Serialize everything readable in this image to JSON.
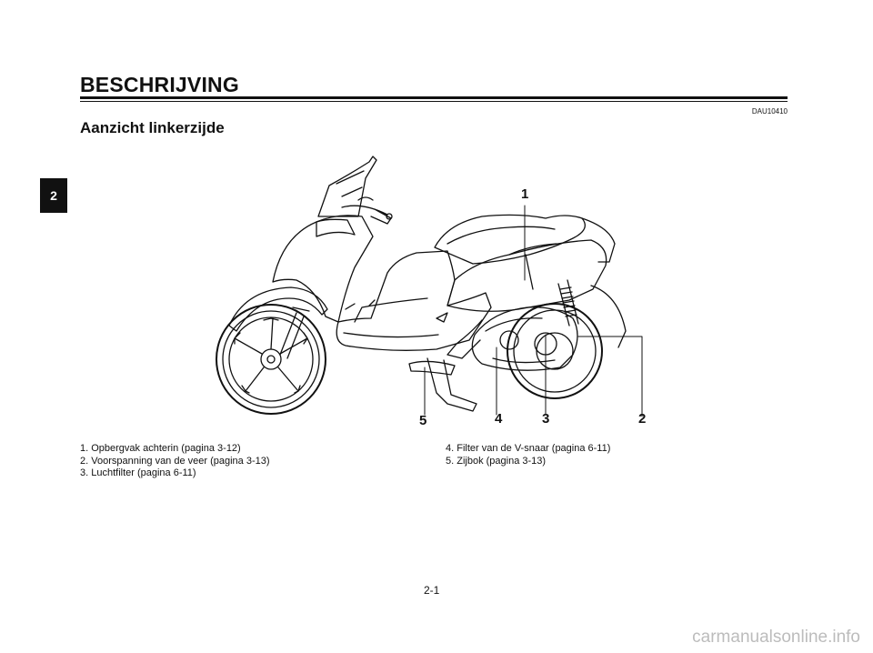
{
  "page": {
    "chapter_tab": "2",
    "section_title": "BESCHRIJVING",
    "doc_code": "DAU10410",
    "subsection_title": "Aanzicht linkerzijde",
    "page_number": "2-1",
    "watermark": "carmanualsonline.info"
  },
  "figure": {
    "callouts": [
      "1",
      "2",
      "3",
      "4",
      "5"
    ]
  },
  "legend": {
    "left": [
      "1. Opbergvak achterin (pagina 3-12)",
      "2. Voorspanning van de veer (pagina 3-13)",
      "3. Luchtfilter (pagina 6-11)"
    ],
    "right": [
      "4. Filter van de V-snaar (pagina 6-11)",
      "5. Zijbok (pagina 3-13)"
    ]
  }
}
